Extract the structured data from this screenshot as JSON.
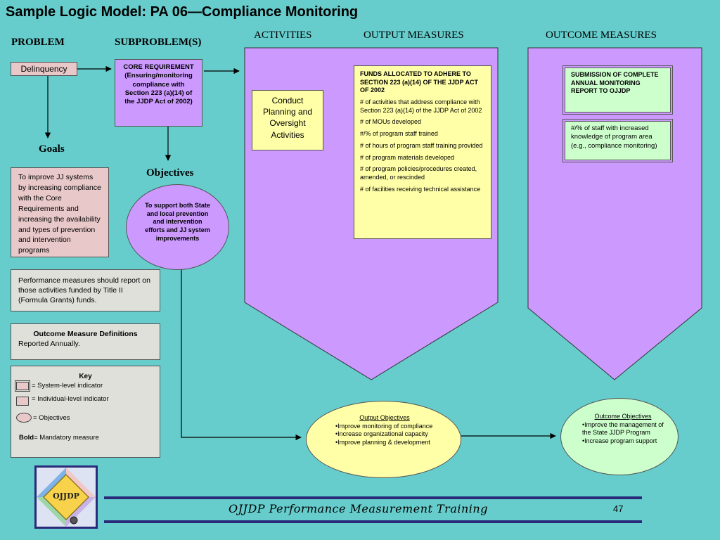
{
  "title": "Sample Logic Model: PA 06—Compliance Monitoring",
  "headers": {
    "problem": "PROBLEM",
    "subproblems": "SUBPROBLEM(S)",
    "activities": "ACTIVITIES",
    "outputs": "OUTPUT MEASURES",
    "outcomes": "OUTCOME MEASURES"
  },
  "problem": {
    "label": "Delinquency"
  },
  "subproblem": {
    "text": "CORE REQUIREMENT (Ensuring/monitoring compliance with Section 223 (a)(14) of the JJDP Act of 2002)"
  },
  "goals": {
    "label": "Goals",
    "text": "To improve JJ systems by increasing compliance with the Core Requirements and increasing the availability and types of prevention and intervention programs"
  },
  "objectives": {
    "label": "Objectives",
    "text": "To support both State and local prevention and intervention efforts and JJ system improvements"
  },
  "notes": {
    "performance": "Performance measures should report on those activities funded by Title II (Formula Grants) funds.",
    "definitions_title": "Outcome Measure Definitions",
    "definitions_text": "Reported Annually."
  },
  "key": {
    "title": "Key",
    "system": "= System-level indicator",
    "individual": "= Individual-level indicator",
    "objectives": "= Objectives",
    "bold_word": "Bold",
    "bold_rest": "= Mandatory measure"
  },
  "activity": {
    "text": "Conduct Planning and Oversight Activities"
  },
  "output_measures": {
    "title": "FUNDS ALLOCATED TO ADHERE TO SECTION 223 (a)(14) OF THE JJDP ACT OF 2002",
    "items": [
      "# of activities that address compliance with Section 223 (a)(14) of the JJDP Act of 2002",
      "# of MOUs developed",
      "#/% of program staff trained",
      "# of hours of program staff training provided",
      "# of program materials developed",
      "# of program policies/procedures created, amended, or rescinded",
      "# of facilities receiving technical assistance"
    ]
  },
  "outcome_measures": {
    "primary": "SUBMISSION OF COMPLETE ANNUAL MONITORING REPORT TO OJJDP",
    "secondary": "#/% of staff with increased knowledge of program area (e.g., compliance monitoring)"
  },
  "output_objectives": {
    "title": "Output Objectives",
    "items": [
      "•Improve monitoring of compliance",
      "•Increase organizational capacity",
      "•Improve planning & development"
    ]
  },
  "outcome_objectives": {
    "title": "Outcome Objectives",
    "items": [
      "•Improve the management of the State JJDP Program",
      "•Increase program support"
    ]
  },
  "footer": {
    "text": "OJJDP Performance Measurement Training",
    "page": "47",
    "logo_text": "OJJDP"
  },
  "colors": {
    "background": "#66CCCC",
    "arrow_panel": "#CC99FF",
    "output_box": "#FFFFA8",
    "outcome_box": "#CCFFCC",
    "goal_box": "#E8C8C8",
    "footer_line": "#2A2A7A"
  }
}
